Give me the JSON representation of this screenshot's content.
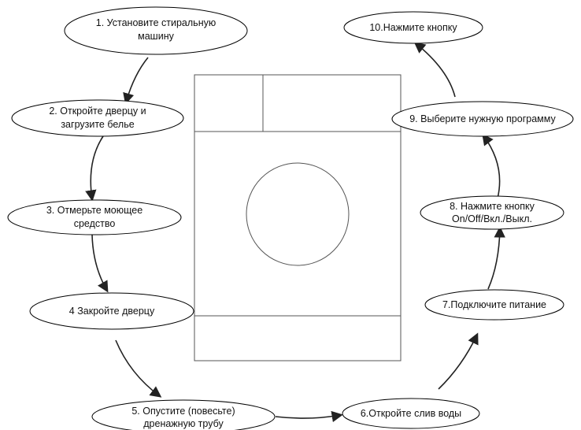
{
  "steps": [
    {
      "id": 1,
      "lines": [
        "1. Установите стиральную",
        "машину"
      ]
    },
    {
      "id": 2,
      "lines": [
        "2. Откройте дверцу и",
        "загрузите белье"
      ]
    },
    {
      "id": 3,
      "lines": [
        "3. Отмерьте моющее",
        "средство"
      ]
    },
    {
      "id": 4,
      "lines": [
        "4 Закройте дверцу"
      ]
    },
    {
      "id": 5,
      "lines": [
        "5. Опустите (повесьте)",
        "дренажную трубу"
      ]
    },
    {
      "id": 6,
      "lines": [
        "6.Откройте слив воды"
      ]
    },
    {
      "id": 7,
      "lines": [
        "7.Подключите питание"
      ]
    },
    {
      "id": 8,
      "lines": [
        "8. Нажмите кнопку",
        "On/Off/Вкл./Выкл."
      ]
    },
    {
      "id": 9,
      "lines": [
        "9. Выберите нужную программу"
      ]
    },
    {
      "id": 10,
      "lines": [
        "10.Нажмите кнопку"
      ]
    }
  ],
  "colors": {
    "outline": "#000000",
    "arrow": "#222222",
    "machine": "#555555",
    "text": "#111111"
  }
}
